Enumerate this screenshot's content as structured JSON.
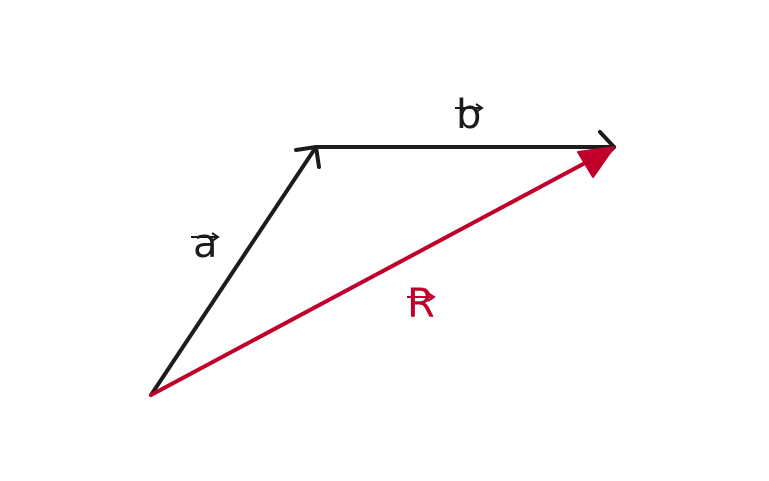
{
  "vectors": {
    "a": {
      "label": "a",
      "color": "#1c1c1c"
    },
    "b": {
      "label": "b",
      "color": "#1c1c1c"
    },
    "R": {
      "label": "R",
      "color": "#c0002a"
    }
  }
}
